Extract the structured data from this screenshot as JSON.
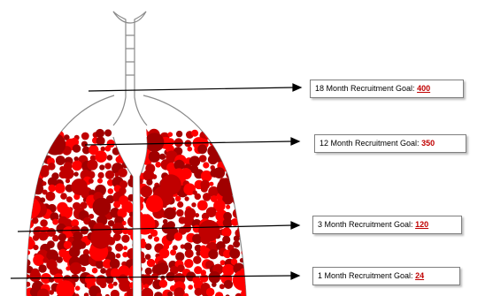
{
  "goals": [
    {
      "id": "18-month",
      "label": "18 Month Recruitment Goal:",
      "value": "400",
      "underlined": true
    },
    {
      "id": "12-month",
      "label": "12 Month Recruitment Goal:",
      "value": "350",
      "underlined": false
    },
    {
      "id": "3-month",
      "label": "3 Month Recruitment Goal:",
      "value": "120",
      "underlined": true
    },
    {
      "id": "1-month",
      "label": "1 Month Recruitment Goal:",
      "value": "24",
      "underlined": true
    }
  ],
  "colors": {
    "dot_primary": "#c00000",
    "dot_bright": "#ff0000",
    "dot_dark": "#a00000",
    "value_text": "#c00000",
    "outline": "#7f7f7f"
  },
  "icons": [
    "lungs-outline",
    "trachea-outline",
    "fill-level-arrow"
  ]
}
